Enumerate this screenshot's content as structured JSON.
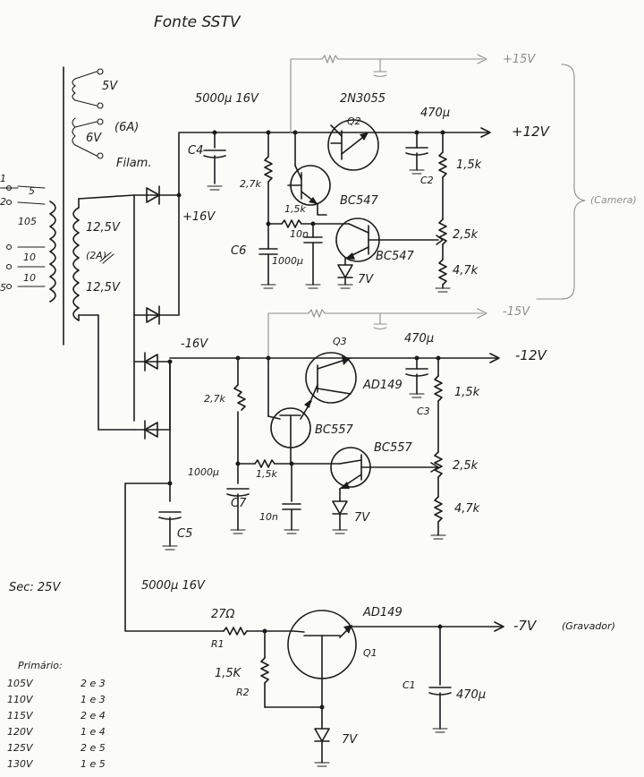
{
  "title": "Fonte SSTV",
  "transformer": {
    "sec_5v": "5V",
    "sec_6v": "6V",
    "sec_6v_current": "(6A)",
    "sec_6v_use": "Filam.",
    "sec_a": "12,5V",
    "sec_a_current": "(2A)",
    "sec_b": "12,5V",
    "primary_taps": [
      "1",
      "2",
      "5",
      "105",
      "10",
      "10",
      "5"
    ]
  },
  "rail_pos": {
    "raw_voltage": "+16V",
    "filter_cap_value": "5000μ 16V",
    "filter_cap_name": "C4",
    "r_bias": "2,7k",
    "r_base": "1,5k",
    "cap_10n": "10n",
    "cap_c6_value": "1000μ",
    "cap_c6_name": "C6",
    "q_pass_part": "2N3055",
    "q_pass_name": "Q2",
    "q_driver": "BC547",
    "q_error": "BC547",
    "zener": "7V",
    "out_cap_value": "470μ",
    "out_cap_name": "C2",
    "r_top": "1,5k",
    "pot": "2,5k",
    "r_bot": "4,7k",
    "out_voltage": "+12V",
    "aux_voltage": "+15V",
    "load": "(Camera)"
  },
  "rail_neg": {
    "raw_voltage": "-16V",
    "r_bias": "2,7k",
    "r_base": "1,5k",
    "cap_10n": "10n",
    "cap_c7_value": "1000μ",
    "cap_c7_name": "C7",
    "q_pass_part": "AD149",
    "q_pass_name": "Q3",
    "q_driver": "BC557",
    "q_error": "BC557",
    "zener": "7V",
    "out_cap_value": "470μ",
    "out_cap_name": "C3",
    "r_top": "1,5k",
    "pot": "2,5k",
    "r_bot": "4,7k",
    "out_voltage": "-12V",
    "aux_voltage": "-15V",
    "cap_c5_name": "C5"
  },
  "rail_7v": {
    "filter_cap": "5000μ 16V",
    "r1_value": "27Ω",
    "r1_name": "R1",
    "r2_value": "1,5K",
    "r2_name": "R2",
    "q_part": "AD149",
    "q_name": "Q1",
    "zener": "7V",
    "cap_value": "470μ",
    "cap_name": "C1",
    "out_voltage": "-7V",
    "load": "(Gravador)"
  },
  "notes": {
    "secondary": "Sec: 25V",
    "primary_heading": "Primário:",
    "primary_table": [
      {
        "volts": "105V",
        "taps": "2 e 3"
      },
      {
        "volts": "110V",
        "taps": "1 e 3"
      },
      {
        "volts": "115V",
        "taps": "2 e 4"
      },
      {
        "volts": "120V",
        "taps": "1 e 4"
      },
      {
        "volts": "125V",
        "taps": "2 e 5"
      },
      {
        "volts": "130V",
        "taps": "1 e 5"
      }
    ]
  }
}
